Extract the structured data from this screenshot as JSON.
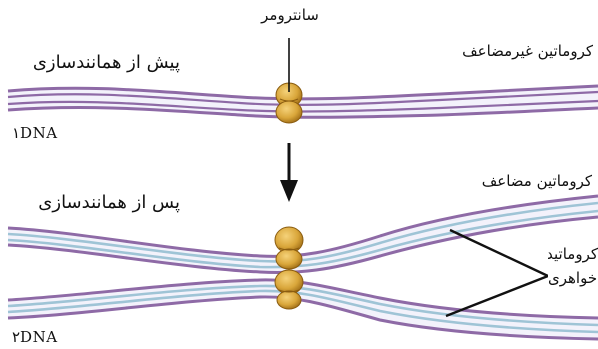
{
  "labels": {
    "centromere": "سانترومر",
    "before_replication": "پیش از همانندسازی",
    "nonduplicated_chromatin": "کروماتین غیرمضاعف",
    "dna_1": "۱DNA",
    "after_replication": "پس از همانندسازی",
    "duplicated_chromatin": "کروماتین مضاعف",
    "sister_chromatids": "کروماتیدهای\nخواهری",
    "dna_2": "۲DNA"
  },
  "colors": {
    "dna_strand": "#8e6aa6",
    "dna_strand_light": "#9fc4d6",
    "band_fill": "#f4f4fb",
    "centromere": "#d9a63a",
    "centromere_dark": "#9c6a14",
    "arrow": "#111111",
    "pointer": "#111111"
  }
}
